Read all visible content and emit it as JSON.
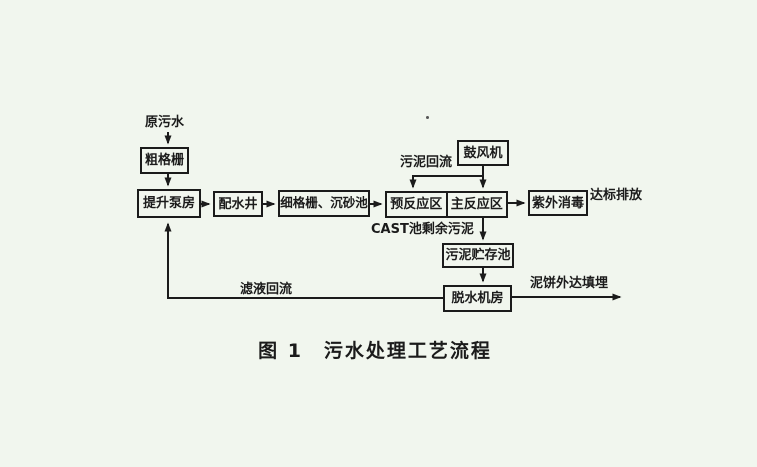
{
  "page": {
    "background_color": "#f1f6ee",
    "ink_color": "#1b1b1b"
  },
  "figure": {
    "caption": "图 1　污水处理工艺流程",
    "nodes": {
      "raw_sewage": "原污水",
      "coarse_screen": "粗格栅",
      "lift_pump_station": "提升泵房",
      "distribution_well": "配水井",
      "fine_screen_grit_chamber": "细格栅、沉砂池",
      "pre_reaction_zone": "预反应区",
      "main_reaction_zone": "主反应区",
      "blower": "鼓风机",
      "uv_disinfection": "紫外消毒",
      "sludge_storage_tank": "污泥贮存池",
      "dewatering_room": "脱水机房"
    },
    "flow_labels": {
      "sludge_return": "污泥回流",
      "standard_discharge": "达标排放",
      "cast_excess_sludge": "CAST池剩余污泥",
      "sludge_cake_landfill": "泥饼外达填埋",
      "filtrate_return": "滤液回流"
    }
  }
}
